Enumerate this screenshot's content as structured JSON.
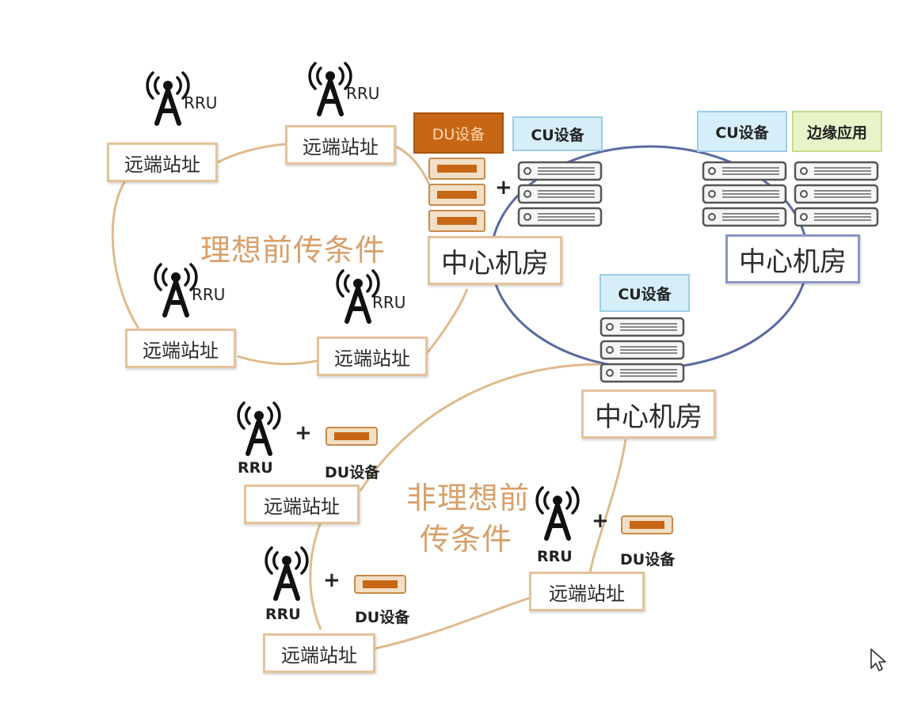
{
  "colors": {
    "link_orange": "#e0bb8e",
    "link_blue": "#5b6aa3",
    "text_orange": "#d9a06a",
    "du_orange": "#c76614",
    "cu_blue": "#d6eef8",
    "edge_green": "#e8f4c8"
  },
  "icons": [
    "antenna-tower-icon",
    "server-rack-icon",
    "du-equipment-icon",
    "mouse-cursor-icon"
  ],
  "labels": {
    "remote_site": "远端站址",
    "central_room": "中心机房",
    "rru": "RRU",
    "du_equipment": "DU设备",
    "du_equipment_top": "DU设备",
    "cu_equipment": "CU设备",
    "edge_app": "边缘应用",
    "plus": "+",
    "ideal_fronthaul": "理想前传条件",
    "nonideal_line1": "非理想前",
    "nonideal_line2": "传条件"
  }
}
